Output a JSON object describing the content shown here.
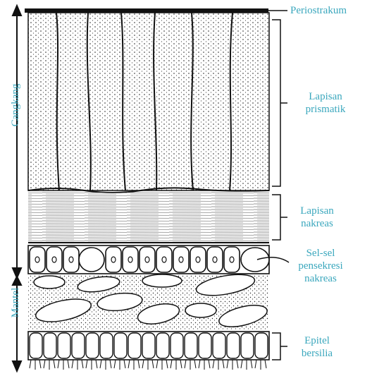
{
  "labels": {
    "periostrakum": "Periostrakum",
    "lapisan_prismatik_1": "Lapisan",
    "lapisan_prismatik_2": "prismatik",
    "lapisan_nakreas_1": "Lapisan",
    "lapisan_nakreas_2": "nakreas",
    "sel_sel_1": "Sel-sel",
    "sel_sel_2": "pensekresi",
    "sel_sel_3": "nakreas",
    "epitel_1": "Epitel",
    "epitel_2": "bersilia",
    "cangkang": "Cangkang",
    "mantel": "Mantel"
  },
  "colors": {
    "label": "#3aa7bd",
    "ink": "#1a1a1a"
  }
}
